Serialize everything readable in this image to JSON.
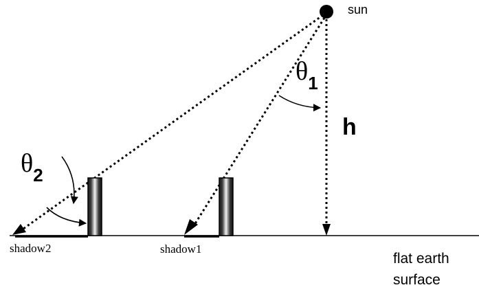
{
  "diagram": {
    "sun_label": "sun",
    "height_label": "h",
    "theta1": {
      "symbol": "θ",
      "subscript": "1"
    },
    "theta2": {
      "symbol": "θ",
      "subscript": "2"
    },
    "shadow1_label": "shadow1",
    "shadow2_label": "shadow2",
    "surface_label_line1": "flat earth",
    "surface_label_line2": "surface"
  },
  "colors": {
    "ink": "#000000",
    "background": "#ffffff"
  }
}
